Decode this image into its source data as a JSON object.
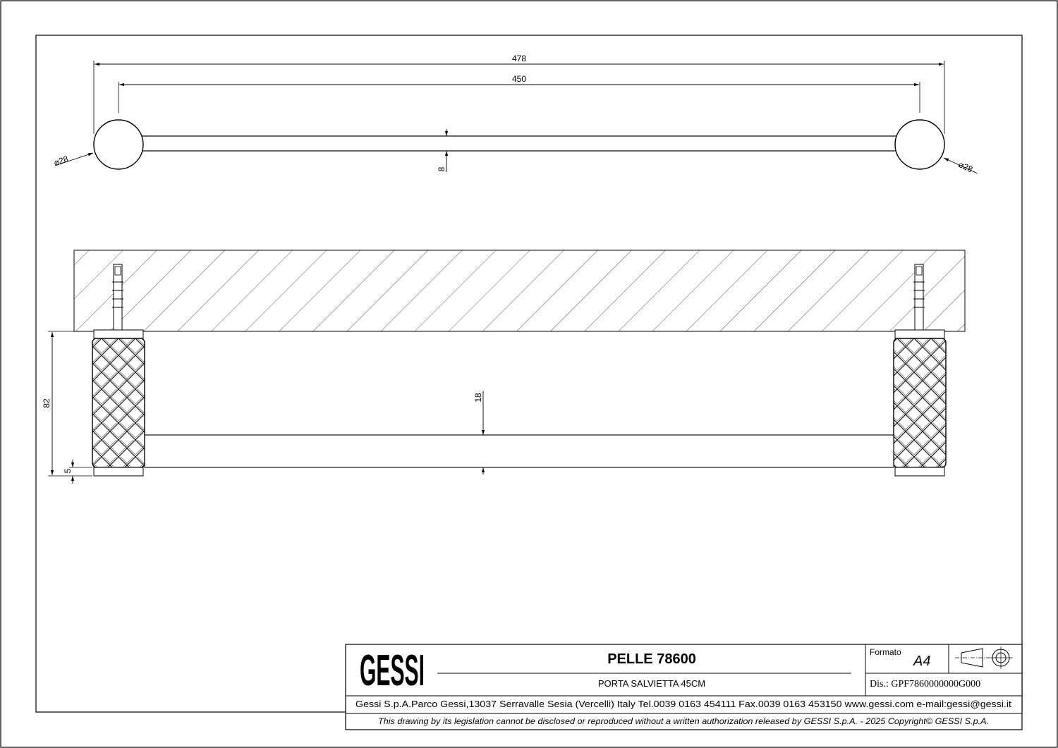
{
  "drawing": {
    "top_view": {
      "overall_length": "478",
      "center_distance": "450",
      "bar_diameter": "8",
      "left_diameter": "⌀28",
      "right_diameter": "⌀28"
    },
    "side_view": {
      "height": "82",
      "bar_offset": "18",
      "base": "5"
    }
  },
  "title_block": {
    "logo": "GESSI",
    "product_name": "PELLE 78600",
    "description": "PORTA SALVIETTA 45CM",
    "format_label": "Formato",
    "format_value": "A4",
    "drawing_number": "Dis.: GPF7860000000G000",
    "company_address": "Gessi S.p.A.Parco Gessi,13037 Serravalle Sesia (Vercelli) Italy Tel.0039 0163 454111 Fax.0039 0163 453150 www.gessi.com e-mail:gessi@gessi.it",
    "copyright": "This drawing by its legislation cannot be disclosed or reproduced without a written authorization released by GESSI S.p.A. - 2025 Copyright© GESSI S.p.A."
  }
}
